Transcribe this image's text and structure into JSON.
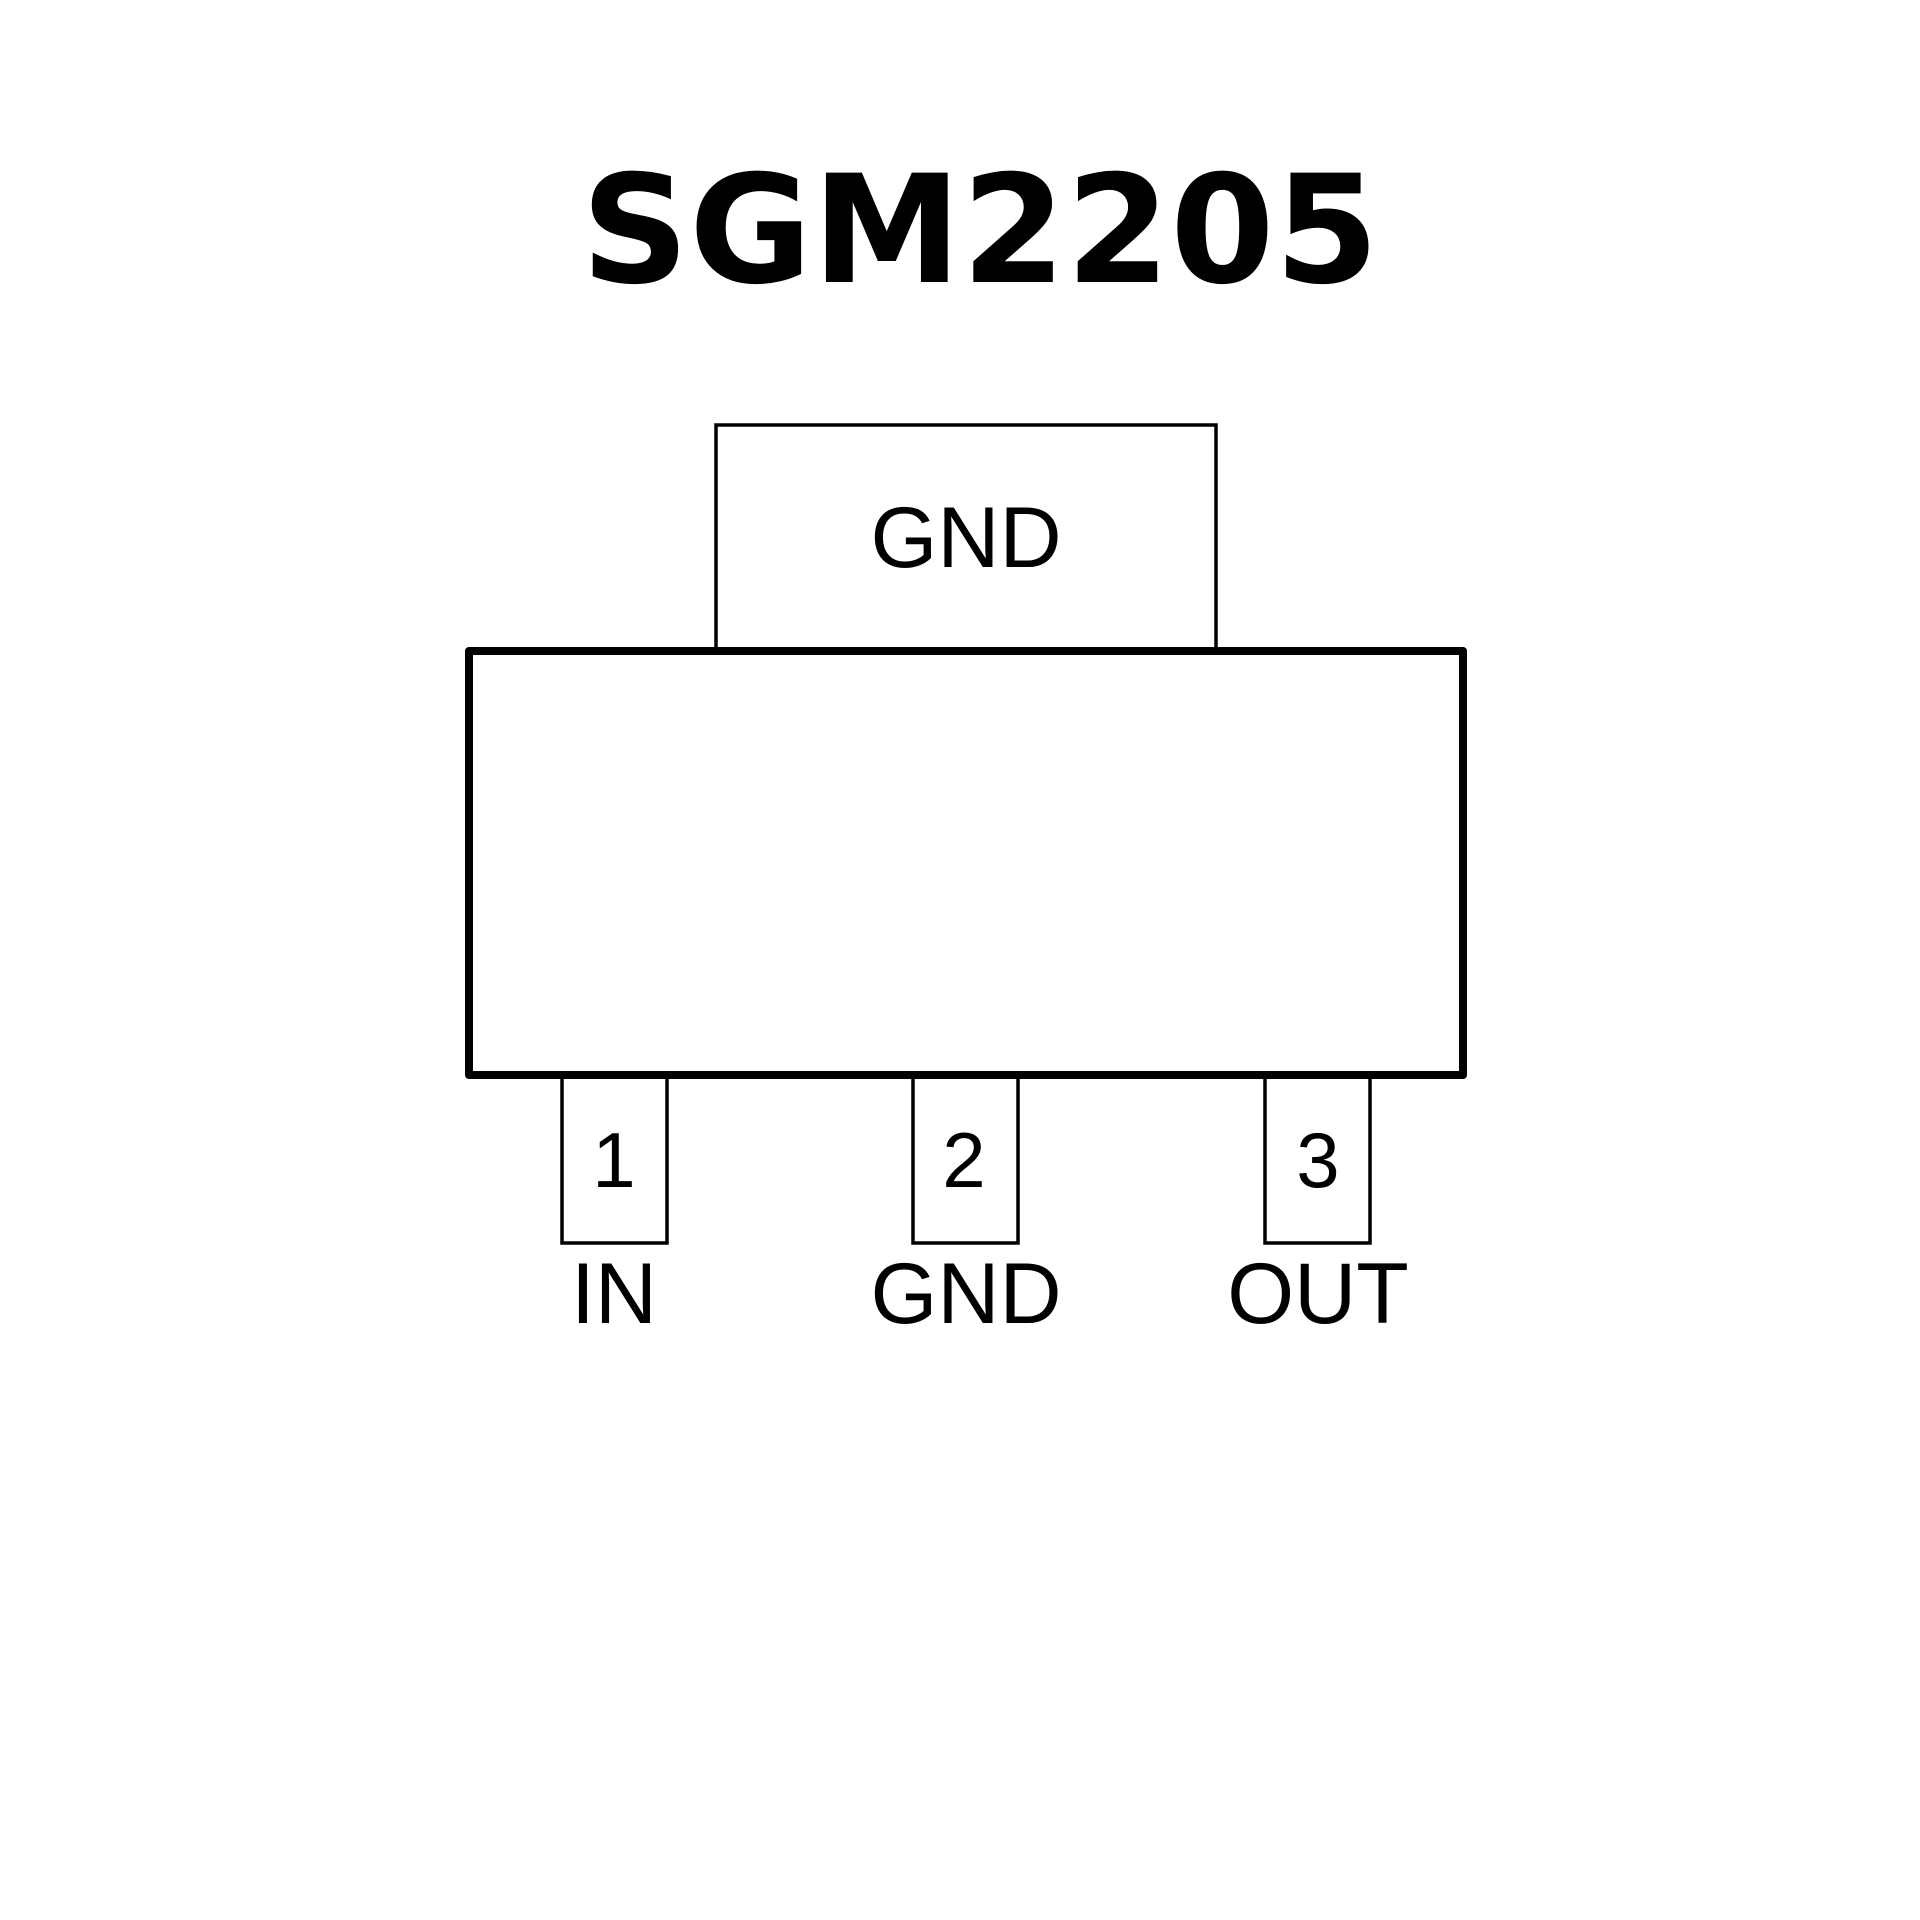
{
  "title": "SGM2205",
  "tab_label": "GND",
  "pins": [
    {
      "number": "1",
      "name": "IN"
    },
    {
      "number": "2",
      "name": "GND"
    },
    {
      "number": "3",
      "name": "OUT"
    }
  ],
  "colors": {
    "stroke": "#000000",
    "background": "#ffffff"
  }
}
